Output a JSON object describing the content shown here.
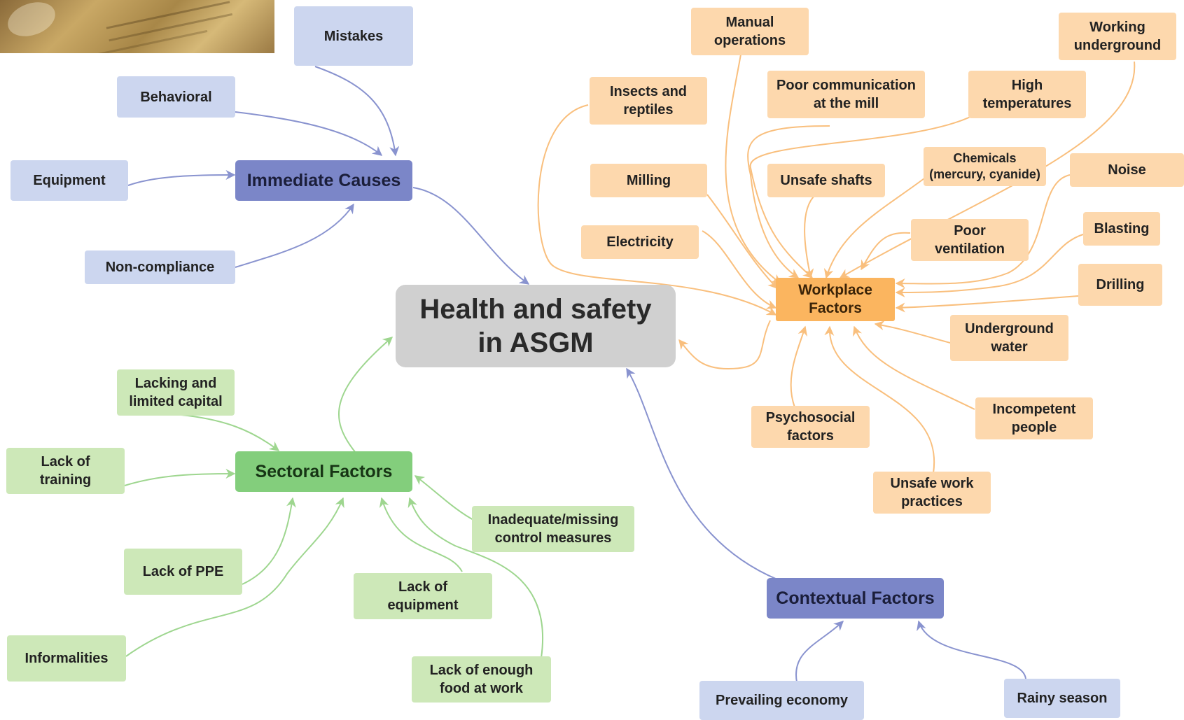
{
  "center": {
    "label": "Health and safety\nin ASGM"
  },
  "immediate": {
    "label": "Immediate Causes",
    "items": {
      "mistakes": "Mistakes",
      "behavioral": "Behavioral",
      "equipment": "Equipment",
      "non_compliance": "Non-compliance"
    }
  },
  "sectoral": {
    "label": "Sectoral Factors",
    "items": {
      "capital": "Lacking and\nlimited capital",
      "training": "Lack of\ntraining",
      "ppe": "Lack of PPE",
      "informalities": "Informalities",
      "equipment": "Lack of\nequipment",
      "food": "Lack of enough\nfood at  work",
      "control": "Inadequate/missing\ncontrol measures"
    }
  },
  "workplace": {
    "label": "Workplace\nFactors",
    "items": {
      "manual": "Manual\noperations",
      "insects": "Insects and\nreptiles",
      "communication": "Poor communication\nat the mill",
      "high_temp": "High\ntemperatures",
      "working_underground": "Working\nunderground",
      "milling": "Milling",
      "shafts": "Unsafe shafts",
      "chemicals": "Chemicals\n(mercury, cyanide)",
      "noise": "Noise",
      "electricity": "Electricity",
      "ventilation": "Poor\nventilation",
      "blasting": "Blasting",
      "drilling": "Drilling",
      "underground_water": "Underground\nwater",
      "psychosocial": "Psychosocial\nfactors",
      "incompetent": "Incompetent\npeople",
      "unsafe_practices": "Unsafe work\npractices"
    }
  },
  "contextual": {
    "label": "Contextual Factors",
    "items": {
      "economy": "Prevailing economy",
      "rainy": "Rainy season"
    }
  },
  "colors": {
    "blue_edge": "#8993cf",
    "green_edge": "#9ed68f",
    "orange_edge": "#f9bf7d"
  }
}
